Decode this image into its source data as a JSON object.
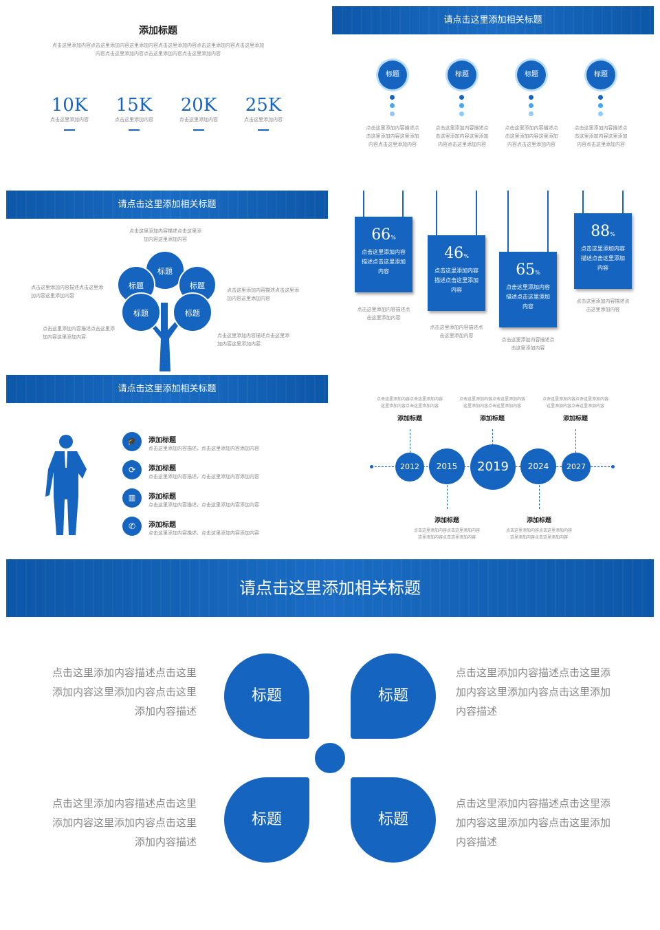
{
  "colors": {
    "primary": "#1565c0",
    "light": "#64b5f6",
    "text": "#888888"
  },
  "s1": {
    "title": "添加标题",
    "desc": "点击这里添加内容点击这里添加内容这里添加内容点击这里添加内容点击这里添加内容点击这里添加内容点击这里添加内容点击这里添加内容点击这里添加内容",
    "stats": [
      {
        "value": "10K",
        "label": "点击这里添加内容"
      },
      {
        "value": "15K",
        "label": "点击这里添加内容"
      },
      {
        "value": "20K",
        "label": "点击这里添加内容"
      },
      {
        "value": "25K",
        "label": "点击这里添加内容"
      }
    ]
  },
  "s2": {
    "banner": "请点击这里添加相关标题",
    "items": [
      {
        "label": "标题",
        "desc": "点击这里添加内容描述点击这里添加内容这里添加内容点击这里添加内容"
      },
      {
        "label": "标题",
        "desc": "点击这里添加内容描述点击这里添加内容这里添加内容点击这里添加内容"
      },
      {
        "label": "标题",
        "desc": "点击这里添加内容描述点击这里添加内容这里添加内容点击这里添加内容"
      },
      {
        "label": "标题",
        "desc": "点击这里添加内容描述点击这里添加内容这里添加内容点击这里添加内容"
      }
    ]
  },
  "s3": {
    "banner": "请点击这里添加相关标题",
    "top": "点击这里添加内容描述点击这里添加内容这里添加内容",
    "left1": "点击这里添加内容描述点击这里添加内容这里添加内容",
    "left2": "点击这里添加内容描述点击这里添加内容这里添加内容",
    "right1": "点击这里添加内容描述点击这里添加内容这里添加内容",
    "right2": "点击这里添加内容描述点击这里添加内容这里添加内容",
    "labels": [
      "标题",
      "标题",
      "标题",
      "标题",
      "标题"
    ]
  },
  "s4": {
    "cards": [
      {
        "value": "66",
        "unit": "%",
        "text": "点击这里添加内容描述点击这里添加内容",
        "desc": "点击这里添加内容描述点击这里添加内容"
      },
      {
        "value": "46",
        "unit": "%",
        "text": "点击这里添加内容描述点击这里添加内容",
        "desc": "点击这里添加内容描述点击这里添加内容"
      },
      {
        "value": "65",
        "unit": "%",
        "text": "点击这里添加内容描述点击这里添加内容",
        "desc": "点击这里添加内容描述点击这里添加内容"
      },
      {
        "value": "88",
        "unit": "%",
        "text": "点击这里添加内容描述点击这里添加内容",
        "desc": "点击这里添加内容描述点击这里添加内容"
      }
    ]
  },
  "s5": {
    "banner": "请点击这里添加相关标题",
    "items": [
      {
        "icon": "graduation-cap-icon",
        "title": "添加标题",
        "desc": "点击这里添加内容描述，点击这里添加内容添加内容"
      },
      {
        "icon": "refresh-icon",
        "title": "添加标题",
        "desc": "点击这里添加内容描述，点击这里添加内容添加内容"
      },
      {
        "icon": "chart-icon",
        "title": "添加标题",
        "desc": "点击这里添加内容描述，点击这里添加内容添加内容"
      },
      {
        "icon": "phone-icon",
        "title": "添加标题",
        "desc": "点击这里添加内容描述，点击这里添加内容添加内容"
      }
    ]
  },
  "s6": {
    "years": [
      "2012",
      "2015",
      "2019",
      "2024",
      "2027"
    ],
    "top": [
      {
        "title": "添加标题",
        "desc": "点击这里添加内容点击这里添加内容这里添加内容点击这里添加内容"
      },
      {
        "title": "添加标题",
        "desc": "点击这里添加内容点击这里添加内容这里添加内容点击这里添加内容"
      },
      {
        "title": "添加标题",
        "desc": "点击这里添加内容点击这里添加内容这里添加内容点击这里添加内容"
      }
    ],
    "bottom": [
      {
        "title": "添加标题",
        "desc": "点击这里添加内容点击这里添加内容这里添加内容点击这里添加内容"
      },
      {
        "title": "添加标题",
        "desc": "点击这里添加内容点击这里添加内容这里添加内容点击这里添加内容"
      }
    ]
  },
  "s7": {
    "banner": "请点击这里添加相关标题",
    "petals": [
      "标题",
      "标题",
      "标题",
      "标题"
    ],
    "texts": [
      "点击这里添加内容描述点击这里添加内容这里添加内容点击这里添加内容描述",
      "点击这里添加内容描述点击这里添加内容这里添加内容点击这里添加内容描述",
      "点击这里添加内容描述点击这里添加内容这里添加内容点击这里添加内容描述",
      "点击这里添加内容描述点击这里添加内容这里添加内容点击这里添加内容描述"
    ]
  }
}
